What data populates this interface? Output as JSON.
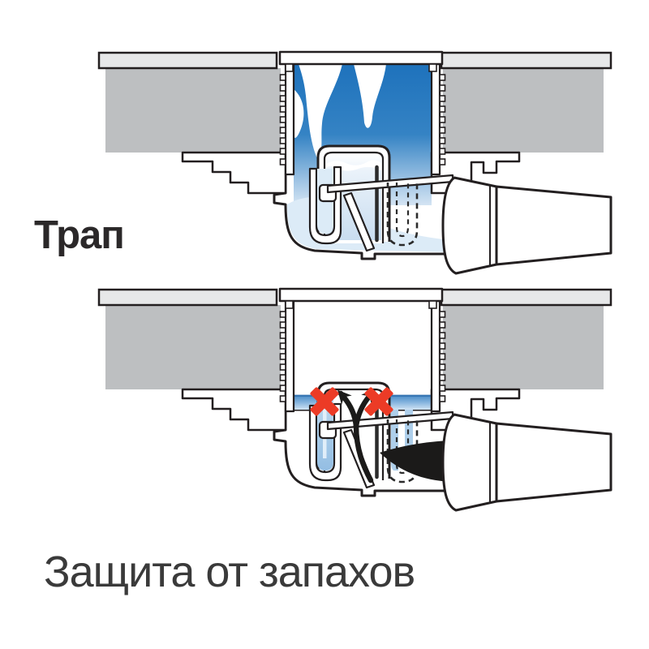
{
  "labels": {
    "top": "Трап",
    "bottom": "Защита от запахов"
  },
  "diagram": {
    "top_shows": "water flowing through floor drain trap",
    "bottom_shows": "trap water seal blocking sewer odors"
  },
  "icons": {
    "blocked_marker": "red-cross-icon",
    "odor_flow": "odor-arrow-icon"
  },
  "colors": {
    "background": "#ffffff",
    "outline": "#231f20",
    "slab_gray": "#bdbfc1",
    "tile_gray": "#e7e8e9",
    "water_blue": "#1e72bc",
    "water_fade": "#d4e4f3",
    "sump_water": "#dcebf7",
    "seal_blue": "#4789c5",
    "trap_water": "#aecfeb",
    "cross_red": "#ec3b26",
    "odor_black": "#1b1a19",
    "label_dark": "#2b2829",
    "label_gray": "#3a3a3a"
  }
}
